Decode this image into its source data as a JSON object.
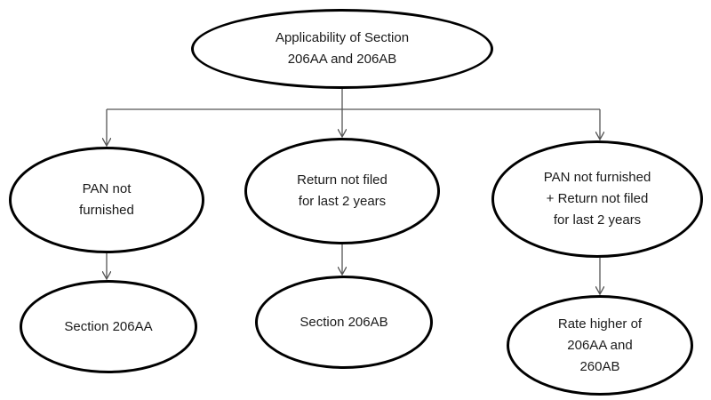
{
  "nodes": {
    "root": "Applicability of Section\n206AA and 206AB",
    "pan_not_furnished": "PAN not\nfurnished",
    "return_not_filed": "Return not filed\nfor last 2 years",
    "both": "PAN not furnished\n+ Return not filed\nfor last 2 years",
    "section_206aa": "Section 206AA",
    "section_206ab": "Section 206AB",
    "rate_higher": "Rate higher of\n206AA and\n260AB"
  },
  "colors": {
    "stroke": "#000000",
    "connector": "#555555",
    "text": "#1a1a1a",
    "background": "#ffffff"
  }
}
